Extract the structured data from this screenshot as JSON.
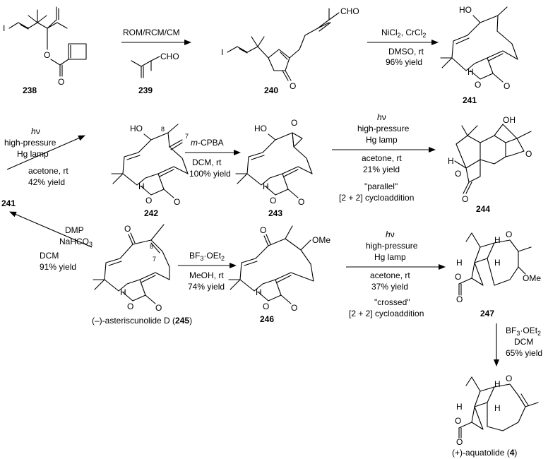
{
  "compounds": {
    "c238": "238",
    "c239": "239",
    "c240": "240",
    "c241": "241",
    "c241b": "241",
    "c242": "242",
    "c243": "243",
    "c244": "244",
    "c245_prefix": "(–)-asteriscunolide D (",
    "c245": "245",
    "c245_suffix": ")",
    "c246": "246",
    "c247": "247",
    "c4_prefix": "(+)-aquatolide (",
    "c4": "4",
    "c4_suffix": ")"
  },
  "atoms": {
    "I": "I",
    "O": "O",
    "H": "H",
    "HO": "HO",
    "OMe": "OMe",
    "CHO": "CHO",
    "n8": "8",
    "n7": "7"
  },
  "reactions": {
    "r1": {
      "above": "ROM/RCM/CM",
      "reagent": "CHO"
    },
    "r2": {
      "l1": "NiCl",
      "l1sub": "2",
      "l1b": ", CrCl",
      "l1sub2": "2",
      "l2": "DMSO, rt",
      "l3": "96% yield"
    },
    "r3": {
      "l1": "h",
      "l1b": "ν",
      "l2": "high-pressure",
      "l3": "Hg lamp",
      "l4": "acetone, rt",
      "l5": "42% yield"
    },
    "r4": {
      "l1a": "m",
      "l1b": "-CPBA",
      "l2": "DCM, rt",
      "l3": "100% yield"
    },
    "r5": {
      "l1": "h",
      "l1b": "ν",
      "l2": "high-pressure",
      "l3": "Hg lamp",
      "l4": "acetone, rt",
      "l5": "21% yield",
      "l6": "\"parallel\"",
      "l7": "[2 + 2] cycloaddition"
    },
    "r6": {
      "l1": "DMP",
      "l2": "NaHCO",
      "l2sub": "3",
      "l3": "DCM",
      "l4": "91% yield"
    },
    "r7": {
      "l1": "BF",
      "l1sub": "3",
      "l1b": "·OEt",
      "l1sub2": "2",
      "l2": "MeOH, rt",
      "l3": "74% yield"
    },
    "r8": {
      "l1": "h",
      "l1b": "ν",
      "l2": "high-pressure",
      "l3": "Hg lamp",
      "l4": "acetone, rt",
      "l5": "37% yield",
      "l6": "\"crossed\"",
      "l7": "[2 + 2] cycloaddition"
    },
    "r9": {
      "l1": "BF",
      "l1sub": "3",
      "l1b": "·OEt",
      "l1sub2": "2",
      "l2": "DCM",
      "l3": "65% yield"
    }
  }
}
